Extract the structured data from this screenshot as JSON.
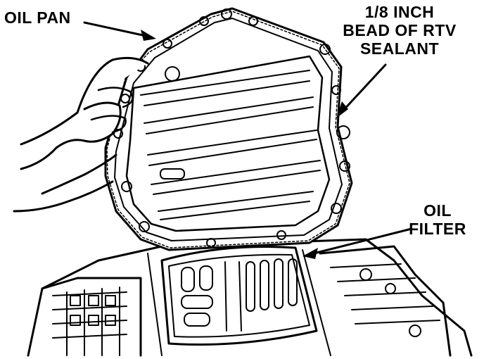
{
  "labels": {
    "oil_pan": "OIL PAN",
    "bead_line1": "1/8 INCH",
    "bead_line2": "BEAD OF RTV",
    "bead_line3": "SEALANT",
    "filter_line1": "OIL",
    "filter_line2": "FILTER"
  },
  "colors": {
    "ink": "#000000",
    "paper": "#ffffff"
  }
}
